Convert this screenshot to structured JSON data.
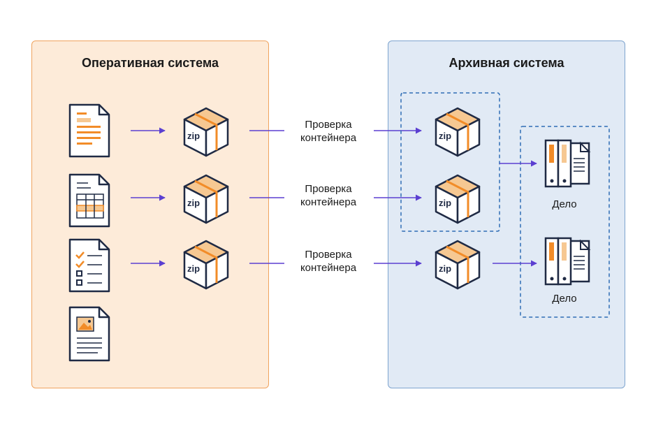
{
  "left_panel": {
    "title": "Оперативная система"
  },
  "right_panel": {
    "title": "Архивная система"
  },
  "container_label": "zip",
  "check_labels": [
    {
      "line1": "Проверка",
      "line2": "контейнера"
    },
    {
      "line1": "Проверка",
      "line2": "контейнера"
    },
    {
      "line1": "Проверка",
      "line2": "контейнера"
    }
  ],
  "case_labels": [
    "Дело",
    "Дело"
  ],
  "colors": {
    "accent_orange": "#f28c28",
    "arrow_purple": "#5b3fd1",
    "icon_navy": "#1f2a44",
    "dash_blue": "#2f6db5"
  }
}
